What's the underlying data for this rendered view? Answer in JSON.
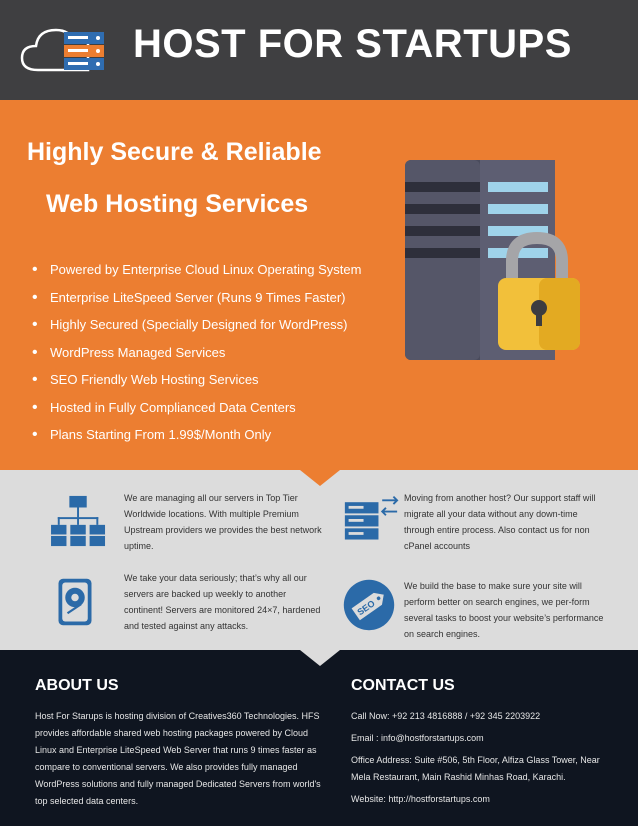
{
  "header": {
    "title": "HOST FOR STARTUPS"
  },
  "hero": {
    "headline_line1": "Highly Secure & Reliable",
    "headline_line2": "Web Hosting Services",
    "features": [
      "Powered by Enterprise Cloud Linux Operating System",
      "Enterprise LiteSpeed Server (Runs 9 Times Faster)",
      "Highly Secured (Specially Designed for WordPress)",
      "WordPress Managed Services",
      "SEO Friendly Web Hosting Services",
      "Hosted in Fully Complianced Data Centers",
      "Plans Starting From  1.99$/Month Only"
    ]
  },
  "highlights": [
    {
      "icon": "network-icon",
      "text": "We are managing all our servers in Top Tier Worldwide locations. With multiple Premium Upstream providers we provides the best network uptime."
    },
    {
      "icon": "server-migration-icon",
      "text": "Moving from another host? Our support staff will migrate all your data without any down-time through entire process. Also contact us for non cPanel accounts"
    },
    {
      "icon": "hard-drive-icon",
      "text": "We take your data seriously; that’s why all our servers are backed up weekly to another continent! Servers are monitored 24×7, hardened and tested against any attacks."
    },
    {
      "icon": "seo-tag-icon",
      "icon_text": "SEO",
      "text": "We build the base to make sure your site will perform better on search engines, we per-form several tasks to boost your website’s performance on search engines."
    }
  ],
  "about": {
    "heading": "ABOUT US",
    "text": "Host For Starups is hosting division of Creatives360 Technologies. HFS provides affordable shared web hosting packages powered by Cloud Linux and Enterprise LiteSpeed Web Server that runs 9 times faster as compare to conventional servers. We also provides fully managed WordPress solutions and fully managed Dedicated Servers from world's top selected data centers."
  },
  "contact": {
    "heading": "CONTACT US",
    "phone": "Call Now: +92 213 4816888 / +92 345 2203922",
    "email": "Email : info@hostforstartups.com",
    "address": "Office Address: Suite #506, 5th Floor, Alfiza Glass Tower, Near Mela Restaurant, Main Rashid Minhas Road, Karachi.",
    "website": "Website: http://hostforstartups.com"
  },
  "colors": {
    "header": "#3f3f41",
    "accent": "#ec7e31",
    "grey": "#dcdcdc",
    "footer": "#0f1520",
    "icon_blue": "#2b6aa8"
  }
}
